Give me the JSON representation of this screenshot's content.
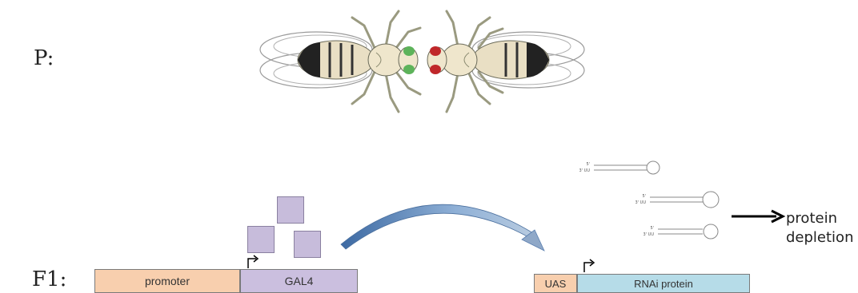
{
  "generations": {
    "parental": "P:",
    "f1": "F1:"
  },
  "driver_construct": {
    "promoter_label": "promoter",
    "gal4_label": "GAL4"
  },
  "responder_construct": {
    "uas_label": "UAS",
    "rnai_label": "RNAi protein"
  },
  "hairpin_labels": {
    "five_prime": "5'",
    "three_prime": "3' UU"
  },
  "result": {
    "line1": "protein",
    "line2": "depletion"
  },
  "icons": [
    "fly-green-eyes-icon",
    "fly-red-eyes-icon",
    "transcription-start-arrow-icon",
    "curved-arrow-icon",
    "hairpin-rna-icon",
    "right-arrow-icon"
  ],
  "colors": {
    "promoter": "#f8cfae",
    "gal4": "#cbbfdf",
    "rnai": "#b6dce8",
    "left_fly_eyes": "#5db35a",
    "right_fly_eyes": "#c0282a",
    "curved_arrow": "#5a7fb0"
  }
}
